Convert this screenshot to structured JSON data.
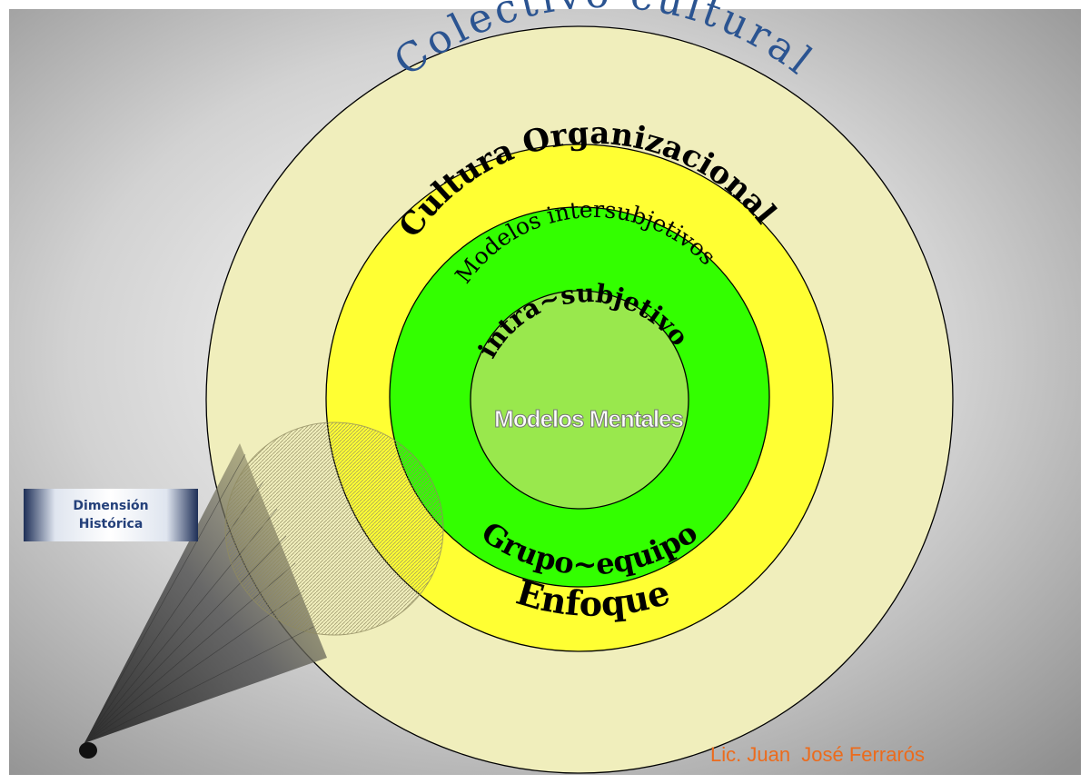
{
  "diagram": {
    "outer_ring_label": "Colectivo cultural",
    "org_ring_label_top": "Cultura Organizacional",
    "org_ring_label_bottom": "Enfoque",
    "group_ring_label_top": "Modelos intersubjetivos",
    "group_ring_label_bottom": "Grupo~equipo",
    "inner_ring_label_top": "intra~subjetivo",
    "core_label": "Modelos Mentales",
    "side_label_line1": "Dimensión",
    "side_label_line2": "Histórica"
  },
  "author": "Lic. Juan  José Ferrarós",
  "colors": {
    "outer_circle": "#f0eebc",
    "org_circle": "#ffff33",
    "group_circle": "#33ff00",
    "inner_circle": "#99e84d",
    "outer_text": "#2b5491",
    "author_text": "#ec6b1c",
    "side_label_text": "#24407a"
  }
}
